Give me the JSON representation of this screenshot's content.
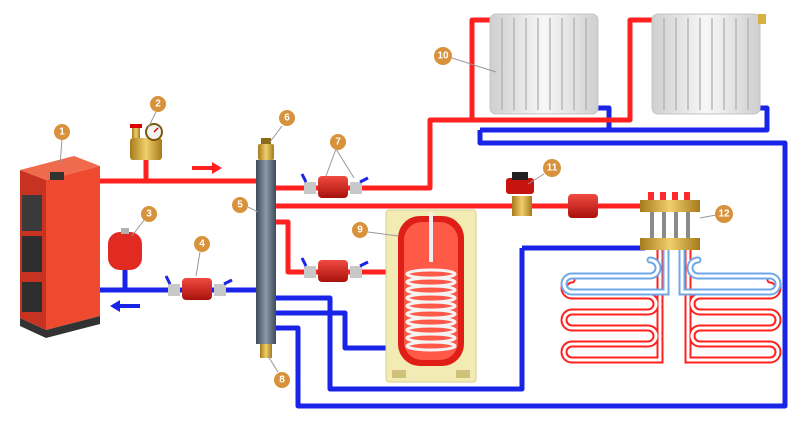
{
  "colors": {
    "supply": "#ff2020",
    "return": "#1a24e8",
    "badge": "#d8923c",
    "boiler": "#e8482e",
    "tank_shell": "#f3ebb4",
    "radiator": "#e4e4e4"
  },
  "callouts": [
    {
      "id": "boiler",
      "number": "1"
    },
    {
      "id": "safety-group",
      "number": "2"
    },
    {
      "id": "expansion-tank",
      "number": "3"
    },
    {
      "id": "pump-group-return",
      "number": "4"
    },
    {
      "id": "hydraulic-separator",
      "number": "5"
    },
    {
      "id": "air-vent",
      "number": "6"
    },
    {
      "id": "pump-group-radiators",
      "number": "7"
    },
    {
      "id": "drain-valve",
      "number": "8"
    },
    {
      "id": "water-heater",
      "number": "9"
    },
    {
      "id": "radiator",
      "number": "10"
    },
    {
      "id": "mixing-valve",
      "number": "11"
    },
    {
      "id": "floor-manifold",
      "number": "12"
    }
  ]
}
